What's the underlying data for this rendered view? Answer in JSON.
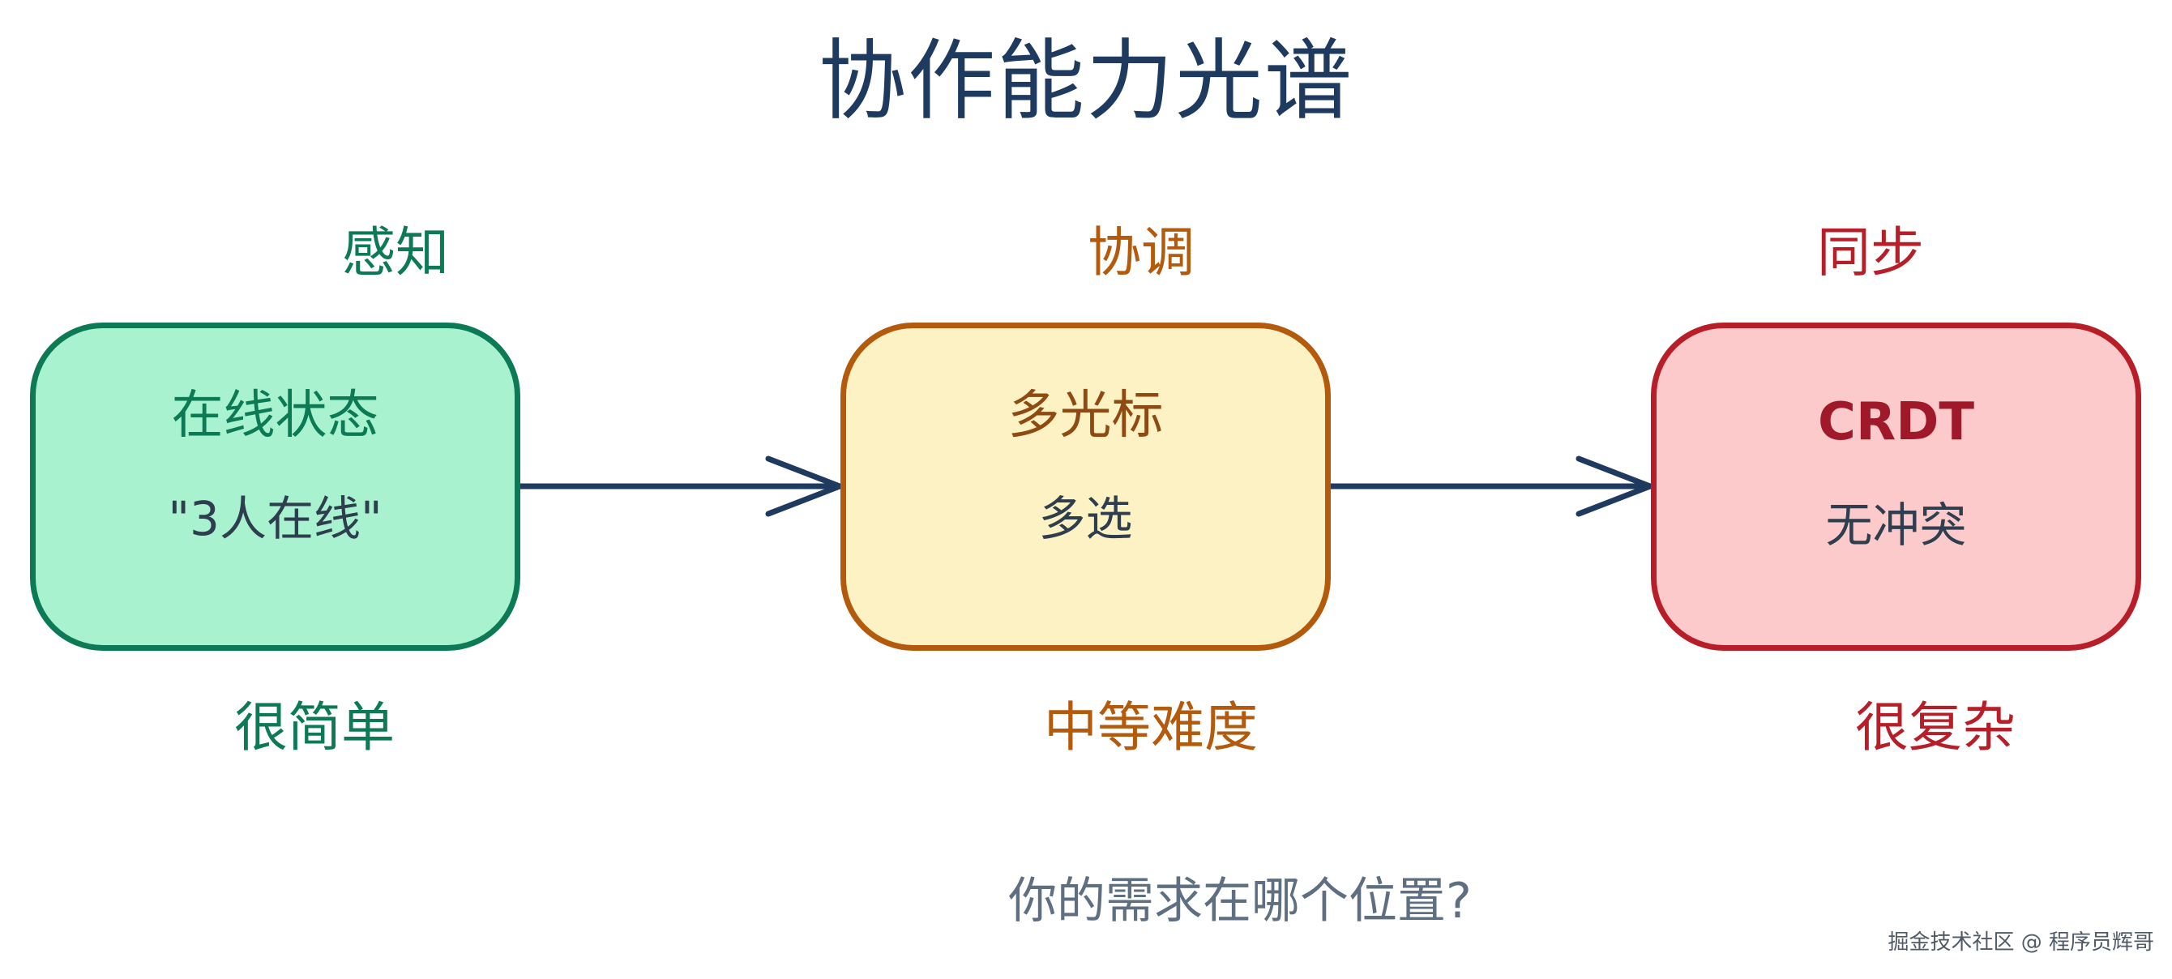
{
  "title": "协作能力光谱",
  "colors": {
    "title": "#1e3a5f",
    "arrow": "#1e3a5f",
    "awareness_border": "#0c7a55",
    "awareness_fill": "#a8f2d0",
    "awareness_text": "#0c7a55",
    "coordination_border": "#b45a0c",
    "coordination_fill": "#fdf2c4",
    "coordination_text": "#b45a0c",
    "sync_border": "#b81e28",
    "sync_fill": "#fccaca",
    "sync_text": "#b81e28",
    "body_text": "#2f3e4e",
    "question_text": "#5f6f82"
  },
  "stages": [
    {
      "label": "感知",
      "box_main": "在线状态",
      "box_sub": "\"3人在线\"",
      "difficulty": "很简单"
    },
    {
      "label": "协调",
      "box_main": "多光标",
      "box_sub": "多选",
      "difficulty": "中等难度"
    },
    {
      "label": "同步",
      "box_main": "CRDT",
      "box_sub": "无冲突",
      "difficulty": "很复杂"
    }
  ],
  "question": "你的需求在哪个位置?",
  "watermark": "掘金技术社区 @ 程序员辉哥"
}
